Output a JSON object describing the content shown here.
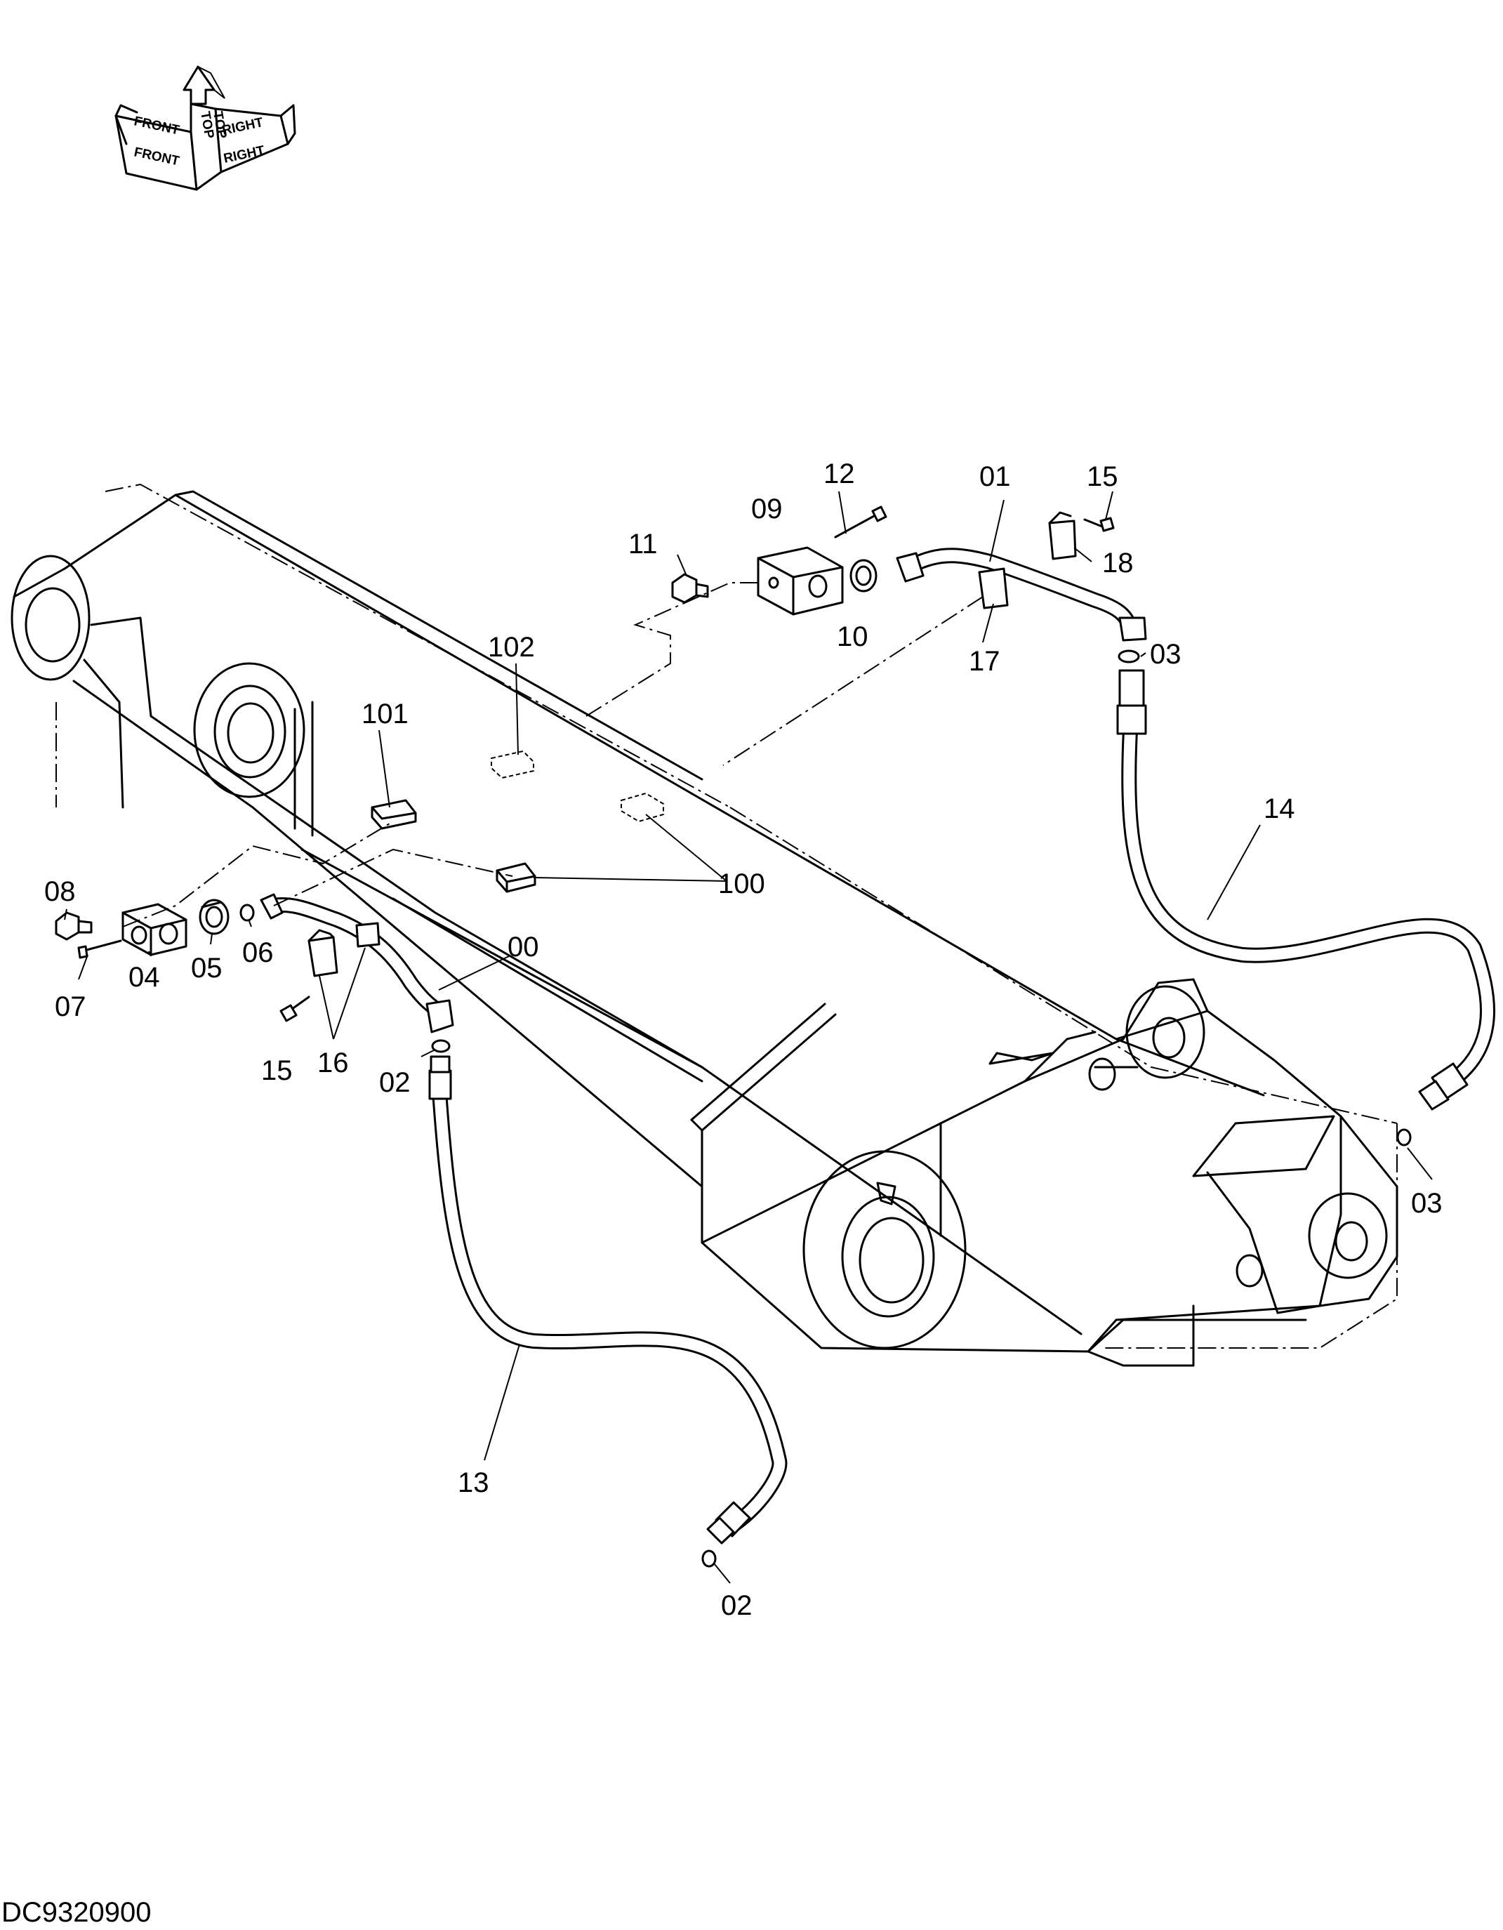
{
  "orientation": {
    "top": "TOP",
    "front": "FRONT",
    "right": "RIGHT"
  },
  "drawing_code": "DC9320900",
  "callouts": {
    "c00": "00",
    "c01": "01",
    "c02a": "02",
    "c02b": "02",
    "c03a": "03",
    "c03b": "03",
    "c04": "04",
    "c05": "05",
    "c06": "06",
    "c07": "07",
    "c08": "08",
    "c09": "09",
    "c10": "10",
    "c11": "11",
    "c12": "12",
    "c13": "13",
    "c14": "14",
    "c15a": "15",
    "c15b": "15",
    "c16": "16",
    "c17": "17",
    "c18": "18",
    "c100": "100",
    "c101": "101",
    "c102": "102"
  }
}
